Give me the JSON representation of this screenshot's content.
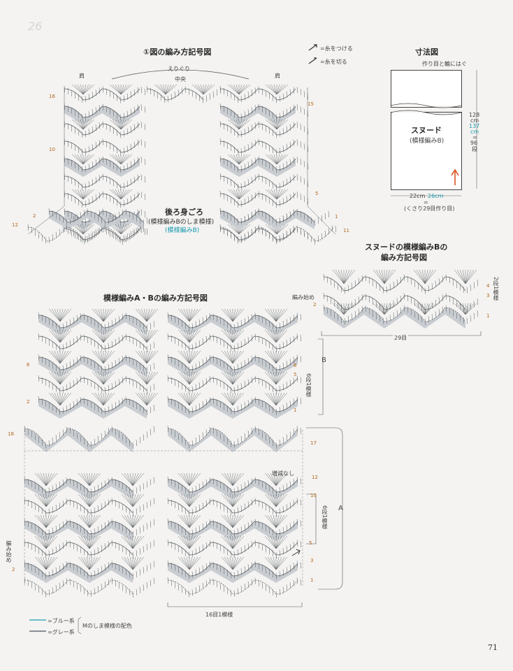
{
  "header_faint": "26",
  "diagram1": {
    "title": "①図の編み方記号図",
    "eri": "えりぐり",
    "center": "中央",
    "shoulder_left": "肩",
    "shoulder_right": "肩",
    "label_main": "後ろ身ごろ",
    "label_sub": "(模様編みBのしま模様)",
    "label_blue": "(模様編みB)",
    "row_marks_left": [
      "16",
      "10",
      "2",
      "12"
    ],
    "row_marks_right": [
      "15",
      "5",
      "1",
      "11"
    ]
  },
  "legend_top": {
    "attach": "=糸をつける",
    "cut": "=糸を切る"
  },
  "sizes": {
    "title": "寸法図",
    "top_note": "作り目と輪にはぐ",
    "snood": "スヌード",
    "snood_pattern": "(模様編みB)",
    "height_dark": "128",
    "height_unit1": "cm",
    "height_blue": "137",
    "height_unit2": "cm",
    "eq": "=",
    "rows": "96",
    "rows_unit": "段",
    "width_dark": "22cm",
    "width_blue": "26cm",
    "width_eq": "=",
    "chain": "(くさり29目作り目)"
  },
  "snood_chart": {
    "title_line1": "スヌードの模様編みBの",
    "title_line2": "編み方記号図",
    "start": "編み始め",
    "count": "29目",
    "repeat": "2段1模様",
    "row_marks": [
      "4",
      "3",
      "2",
      "1"
    ]
  },
  "chart_ab": {
    "title": "模様編みA・Bの編み方記号図",
    "label_b": "B",
    "repeat_b": "6段1模様",
    "label_a": "A",
    "repeat_a": "6段1模様",
    "no_change": "増減なし",
    "start": "編み始め",
    "repeat_count": "16目1模様",
    "row_marks_left": [
      "6",
      "2",
      "18",
      "2"
    ],
    "row_marks_right": [
      "6",
      "5",
      "1",
      "17",
      "12",
      "10",
      "5",
      "3",
      "1"
    ]
  },
  "legend_bottom": {
    "blue": "=ブルー系",
    "gray": "=グレー系",
    "note": "Mのしま模様の配色"
  },
  "colors": {
    "accent": "#1a9bb0",
    "rownum": "#b5651d",
    "arrow": "#d9541e",
    "shade": "#c9cdd1",
    "ink": "#555b60"
  },
  "page_number": "71"
}
